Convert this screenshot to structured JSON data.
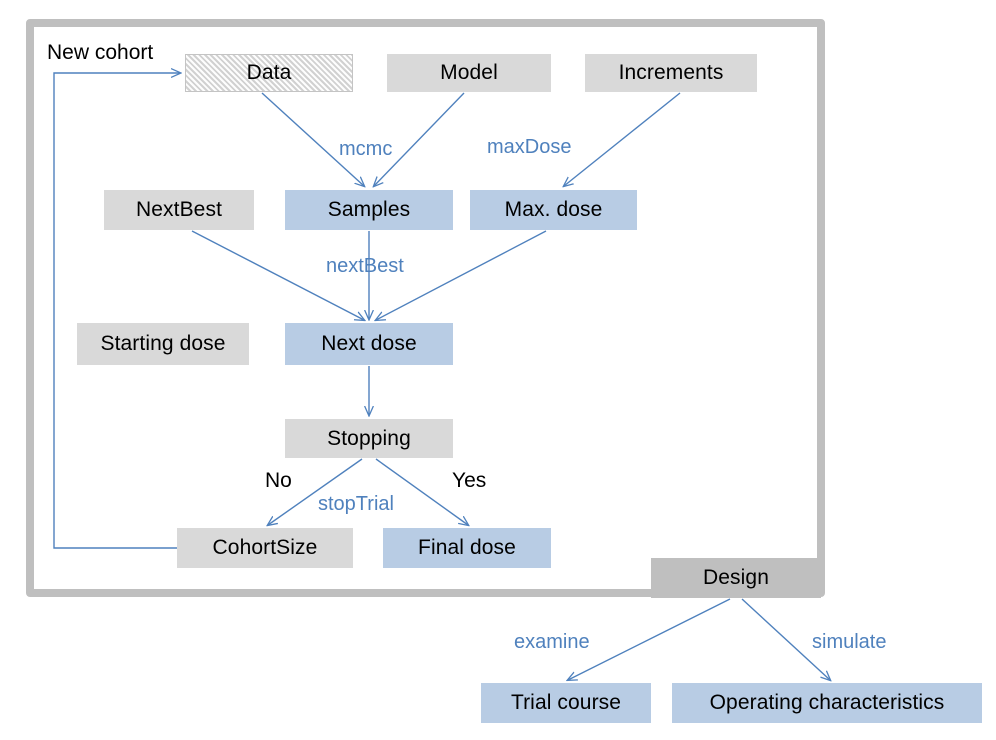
{
  "diagram": {
    "title_text": "New cohort",
    "colors": {
      "node_gray": "#D9D9D9",
      "node_blue": "#B8CCE4",
      "frame_gray": "#BFBFBF",
      "edge_blue": "#4F81BD",
      "text_black": "#000000"
    },
    "nodes": [
      {
        "id": "data",
        "label": "Data"
      },
      {
        "id": "model",
        "label": "Model"
      },
      {
        "id": "increments",
        "label": "Increments"
      },
      {
        "id": "nextbest",
        "label": "NextBest"
      },
      {
        "id": "samples",
        "label": "Samples"
      },
      {
        "id": "maxdose",
        "label": "Max. dose"
      },
      {
        "id": "startingdose",
        "label": "Starting dose"
      },
      {
        "id": "nextdose",
        "label": "Next dose"
      },
      {
        "id": "stopping",
        "label": "Stopping"
      },
      {
        "id": "cohortsize",
        "label": "CohortSize"
      },
      {
        "id": "finaldose",
        "label": "Final dose"
      },
      {
        "id": "design",
        "label": "Design"
      },
      {
        "id": "trialcourse",
        "label": "Trial course"
      },
      {
        "id": "opchar",
        "label": "Operating characteristics"
      }
    ],
    "edge_labels": [
      {
        "id": "mcmc",
        "label": "mcmc"
      },
      {
        "id": "maxdose",
        "label": "maxDose"
      },
      {
        "id": "nextbest",
        "label": "nextBest"
      },
      {
        "id": "stoptrial",
        "label": "stopTrial"
      },
      {
        "id": "examine",
        "label": "examine"
      },
      {
        "id": "simulate",
        "label": "simulate"
      }
    ],
    "branch_labels": [
      {
        "id": "no",
        "label": "No"
      },
      {
        "id": "yes",
        "label": "Yes"
      }
    ]
  }
}
